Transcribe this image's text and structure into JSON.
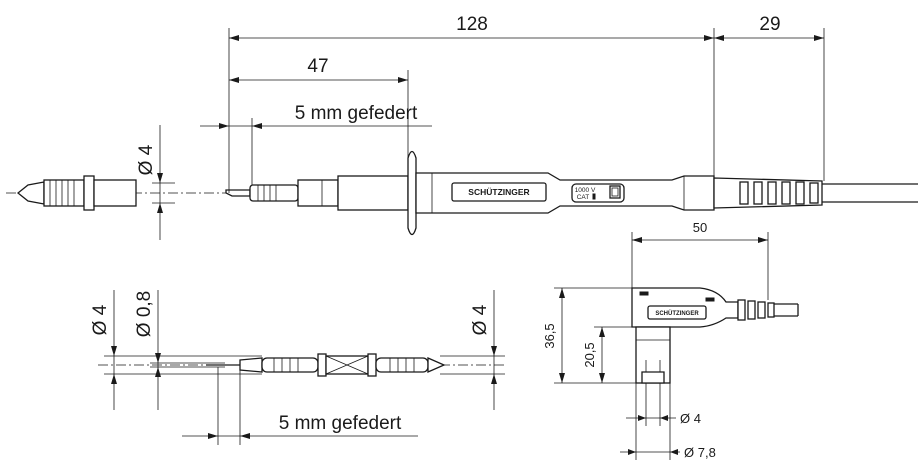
{
  "top_view": {
    "dim_overall": "128",
    "dim_cable_end": "29",
    "dim_tip_depth": "47",
    "spring_label": "5 mm gefedert",
    "dim_tip_diameter": "Ø 4",
    "brand": "SCHÜTZINGER",
    "rating_voltage": "1000 V",
    "rating_cat": "CAT"
  },
  "adapter_view": {
    "dim_left_diameter": "Ø 4",
    "dim_pin_diameter": "Ø 0,8",
    "dim_right_diameter": "Ø 4",
    "spring_label": "5 mm gefedert"
  },
  "angled_view": {
    "dim_width": "50",
    "dim_height_total": "36,5",
    "dim_height_pin": "20,5",
    "dim_pin_diameter": "Ø 4",
    "dim_outer_diameter": "Ø 7,8",
    "brand": "SCHÜTZINGER"
  }
}
